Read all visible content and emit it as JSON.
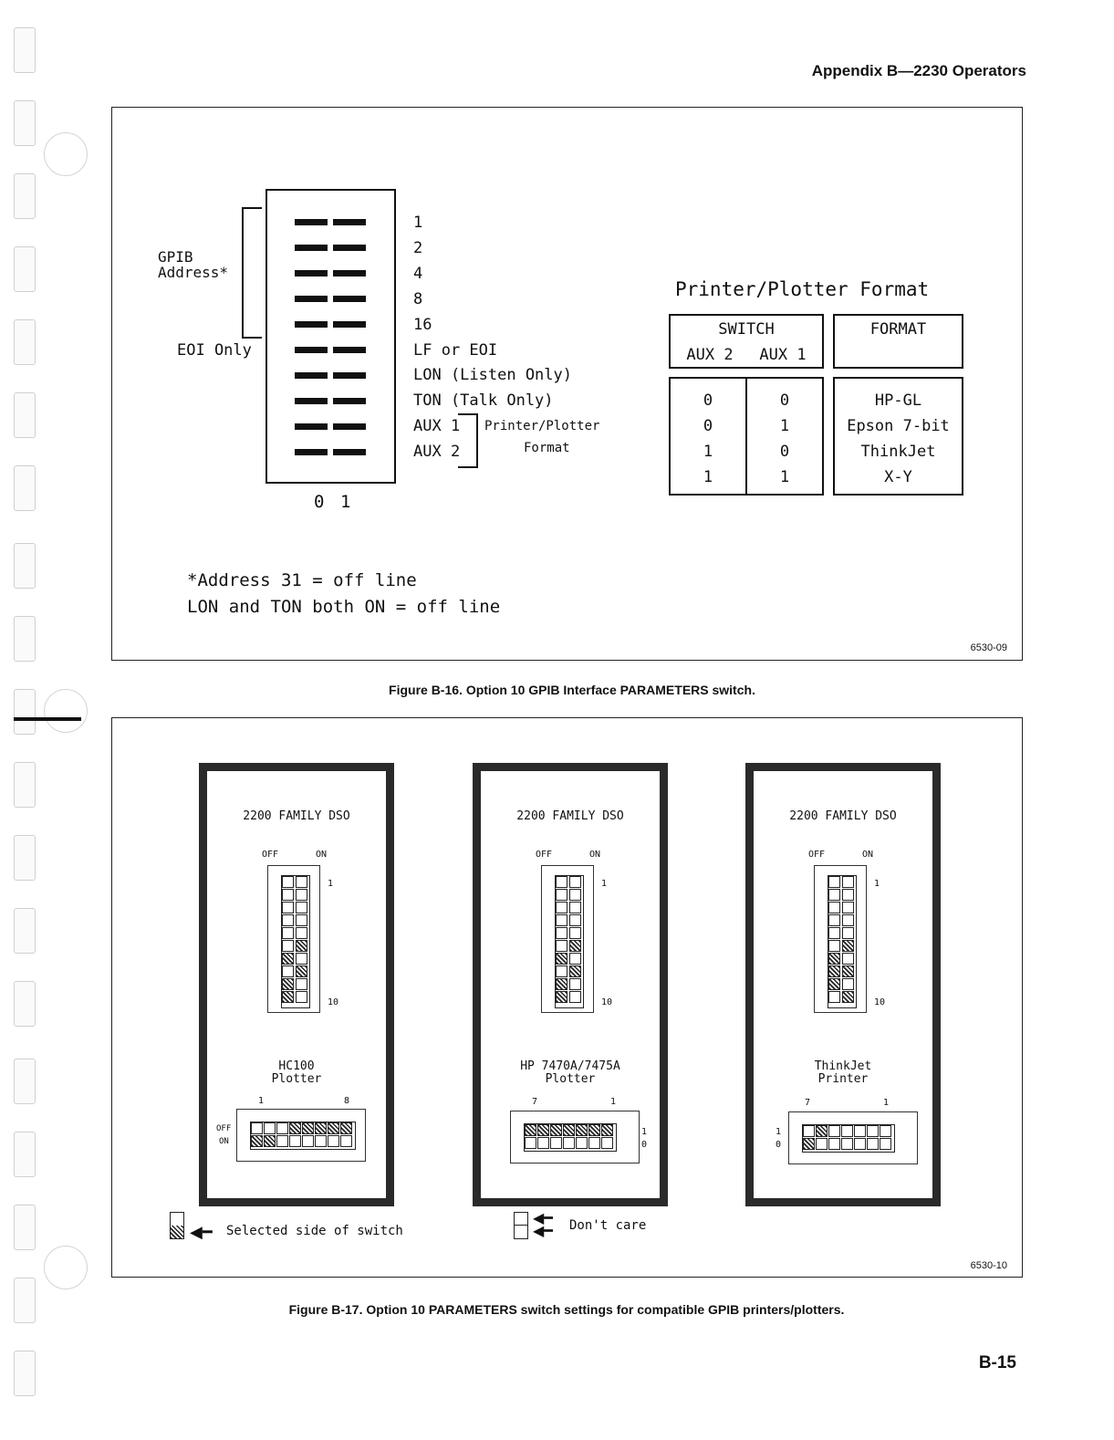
{
  "header": {
    "text": "Appendix B—2230 Operators"
  },
  "figure16": {
    "code": "6530-09",
    "caption": "Figure B-16. Option 10 GPIB Interface PARAMETERS switch.",
    "gpib_label_1": "GPIB",
    "gpib_label_2": "Address*",
    "eoi_only": "EOI Only",
    "switch_labels": [
      "1",
      "2",
      "4",
      "8",
      "16",
      "LF or EOI",
      "LON (Listen Only)",
      "TON (Talk Only)",
      "AUX 1",
      "AUX 2"
    ],
    "bracket_label_1": "Printer/Plotter",
    "bracket_label_2": "Format",
    "bottom_0": "0",
    "bottom_1": "1",
    "table_title": "Printer/Plotter Format",
    "switch_header": "SWITCH",
    "aux2_header": "AUX 2",
    "aux1_header": "AUX 1",
    "format_header": "FORMAT",
    "rows": [
      {
        "aux2": "0",
        "aux1": "0",
        "format": "HP-GL"
      },
      {
        "aux2": "0",
        "aux1": "1",
        "format": "Epson 7-bit"
      },
      {
        "aux2": "1",
        "aux1": "0",
        "format": "ThinkJet"
      },
      {
        "aux2": "1",
        "aux1": "1",
        "format": "X-Y"
      }
    ],
    "note_1": "*Address 31 = off line",
    "note_2": "LON and TON both ON = off line"
  },
  "figure17": {
    "code": "6530-10",
    "caption": "Figure B-17. Option 10 PARAMETERS switch settings for compatible GPIB printers/plotters.",
    "panels": [
      {
        "title": "2200 FAMILY DSO",
        "off": "OFF",
        "on": "ON",
        "top_num": "1",
        "bottom_num": "10",
        "device_1": "HC100",
        "device_2": "Plotter",
        "left_num": "1",
        "right_num": "8",
        "side_top": "OFF",
        "side_bottom": "ON"
      },
      {
        "title": "2200 FAMILY DSO",
        "off": "OFF",
        "on": "ON",
        "top_num": "1",
        "bottom_num": "10",
        "device_1": "HP 7470A/7475A",
        "device_2": "Plotter",
        "left_num": "7",
        "right_num": "1",
        "side_top": "1",
        "side_bottom": "0"
      },
      {
        "title": "2200 FAMILY DSO",
        "off": "OFF",
        "on": "ON",
        "top_num": "1",
        "bottom_num": "10",
        "device_1": "ThinkJet",
        "device_2": "Printer",
        "left_num": "7",
        "right_num": "1",
        "side_top": "1",
        "side_bottom": "0"
      }
    ],
    "legend_selected": "Selected side of switch",
    "legend_dontcare": "Don't care"
  },
  "page_number": "B-15"
}
